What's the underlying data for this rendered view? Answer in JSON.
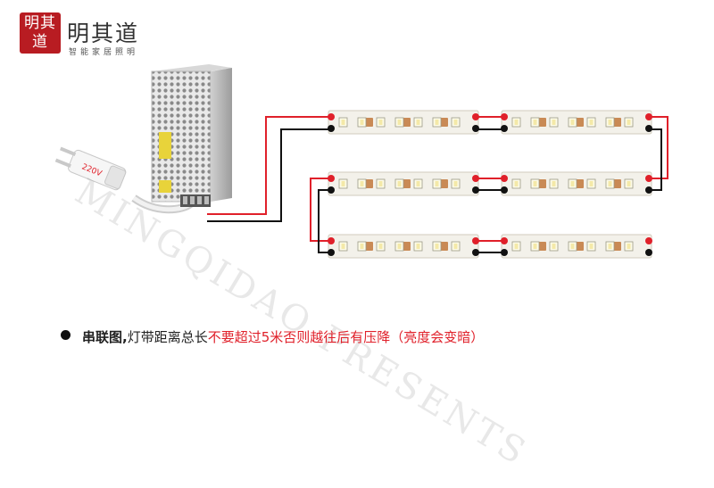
{
  "logo": {
    "seal_text": "明其道",
    "name": "明其道",
    "subtitle": "智能家居照明"
  },
  "plug": {
    "voltage_label": "220V"
  },
  "caption": {
    "lead": "串联图,",
    "middle": "灯带距离总长",
    "warning": "不要超过5米否则越往后有压降（亮度会变暗）"
  },
  "watermark": "MINGQIDAO PRESENTS",
  "colors": {
    "positive_wire": "#e0202a",
    "negative_wire": "#111111",
    "accent": "#e0202a",
    "seal": "#b81c22"
  }
}
